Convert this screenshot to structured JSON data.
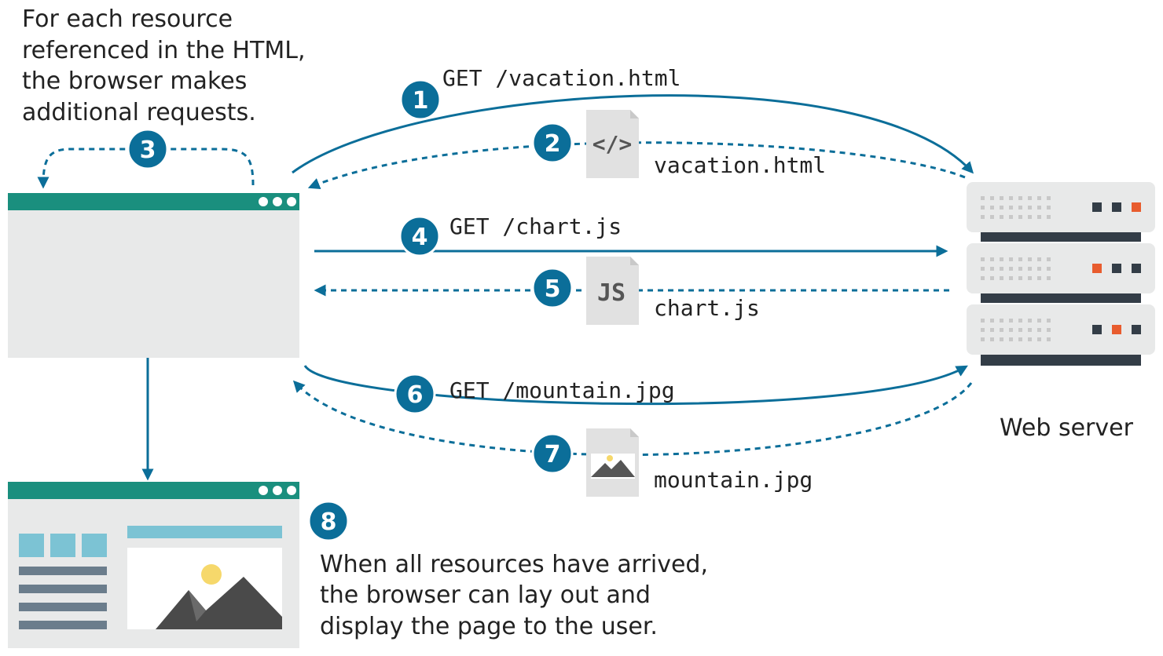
{
  "intro_text": [
    "For each resource",
    "referenced in the HTML,",
    "the browser makes",
    "additional requests."
  ],
  "outro_text": [
    "When all resources have arrived,",
    "the browser can lay out and",
    "display the page to the user."
  ],
  "steps": {
    "s1": "1",
    "s2": "2",
    "s3": "3",
    "s4": "4",
    "s5": "5",
    "s6": "6",
    "s7": "7",
    "s8": "8"
  },
  "requests": {
    "r1": "GET /vacation.html",
    "r4": "GET /chart.js",
    "r6": "GET /mountain.jpg"
  },
  "responses": {
    "r2": "vacation.html",
    "r5": "chart.js",
    "r7": "mountain.jpg"
  },
  "file_icons": {
    "html_glyph": "</>",
    "js_glyph": "JS",
    "image_icon": "mountain-image-icon"
  },
  "server_label": "Web server",
  "colors": {
    "blue": "#0b6e99",
    "teal": "#1a8f7e",
    "gray_panel": "#e8e9e9",
    "file_gray": "#e1e1e1",
    "dark": "#333d47",
    "led_orange": "#e85c2e",
    "light_blue": "#7cc3d4",
    "sun": "#f6d86b"
  }
}
